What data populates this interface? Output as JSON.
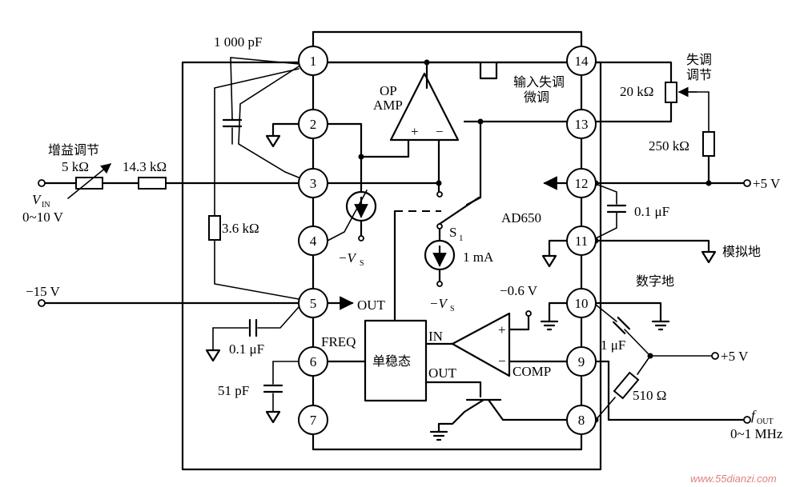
{
  "chip": {
    "name": "AD650",
    "pins": [
      "1",
      "2",
      "3",
      "4",
      "5",
      "6",
      "7",
      "8",
      "9",
      "10",
      "11",
      "12",
      "13",
      "14"
    ],
    "blocks": {
      "opamp_label_top": "OP",
      "opamp_label_bottom": "AMP",
      "oneshot": "单稳态",
      "oneshot_in": "IN",
      "oneshot_out": "OUT",
      "comp": "COMP",
      "freq": "FREQ",
      "out": "OUT",
      "switch": "S",
      "switch_sub": "1",
      "current_source": "1 mA",
      "offset_trim_line1": "输入失调",
      "offset_trim_line2": "微调"
    }
  },
  "labels": {
    "cap_1000pf": "1 000 pF",
    "gain_adjust": "增益调节",
    "r_5k": "5 kΩ",
    "r_14_3k": "14.3 kΩ",
    "vin": "V",
    "vin_sub": "IN",
    "vin_range": "0~10 V",
    "r_3_6k": "3.6 kΩ",
    "minus15": "−15 V",
    "cap_0_1uf_a": "0.1 μF",
    "cap_51pf": "51 pF",
    "vs": "−V",
    "vs_sub": "S",
    "vs2": "−V",
    "vs2_sub": "S",
    "minus0_6": "−0.6 V",
    "offset_adjust_line1": "失调",
    "offset_adjust_line2": "调节",
    "r_20k": "20 kΩ",
    "r_250k": "250 kΩ",
    "plus5_a": "+5 V",
    "cap_0_1uf_b": "0.1 μF",
    "analog_ground": "模拟地",
    "digital_ground": "数字地",
    "cap_1uf": "1 μF",
    "plus5_b": "+5 V",
    "r_510": "510 Ω",
    "fout": "f",
    "fout_sub": "OUT",
    "fout_range": "0~1 MHz"
  },
  "watermark": "www.55dianzi.com"
}
